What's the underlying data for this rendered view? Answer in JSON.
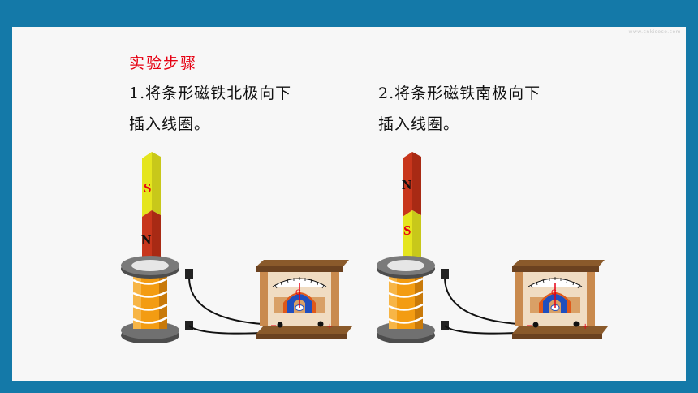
{
  "watermark": "www.cnkisoso.com",
  "heading": "实验步骤",
  "steps": [
    {
      "line1": "1.将条形磁铁北极向下",
      "line2": "插入线圈。"
    },
    {
      "line1": "2.将条形磁铁南极向下",
      "line2": "插入线圈。"
    }
  ],
  "apparatus": [
    {
      "magnet_top_pole": "S",
      "magnet_bottom_pole": "N"
    },
    {
      "magnet_top_pole": "N",
      "magnet_bottom_pole": "S"
    }
  ],
  "meter": {
    "minus_sign": "−",
    "plus_sign": "+",
    "needle_letter": "G"
  },
  "colors": {
    "frame": "#1479a8",
    "heading_red": "#e60012",
    "magnet_red": "#c8361c",
    "magnet_yellow": "#e5e51e",
    "coil_orange": "#f39c12",
    "wood": "#a0642e"
  }
}
